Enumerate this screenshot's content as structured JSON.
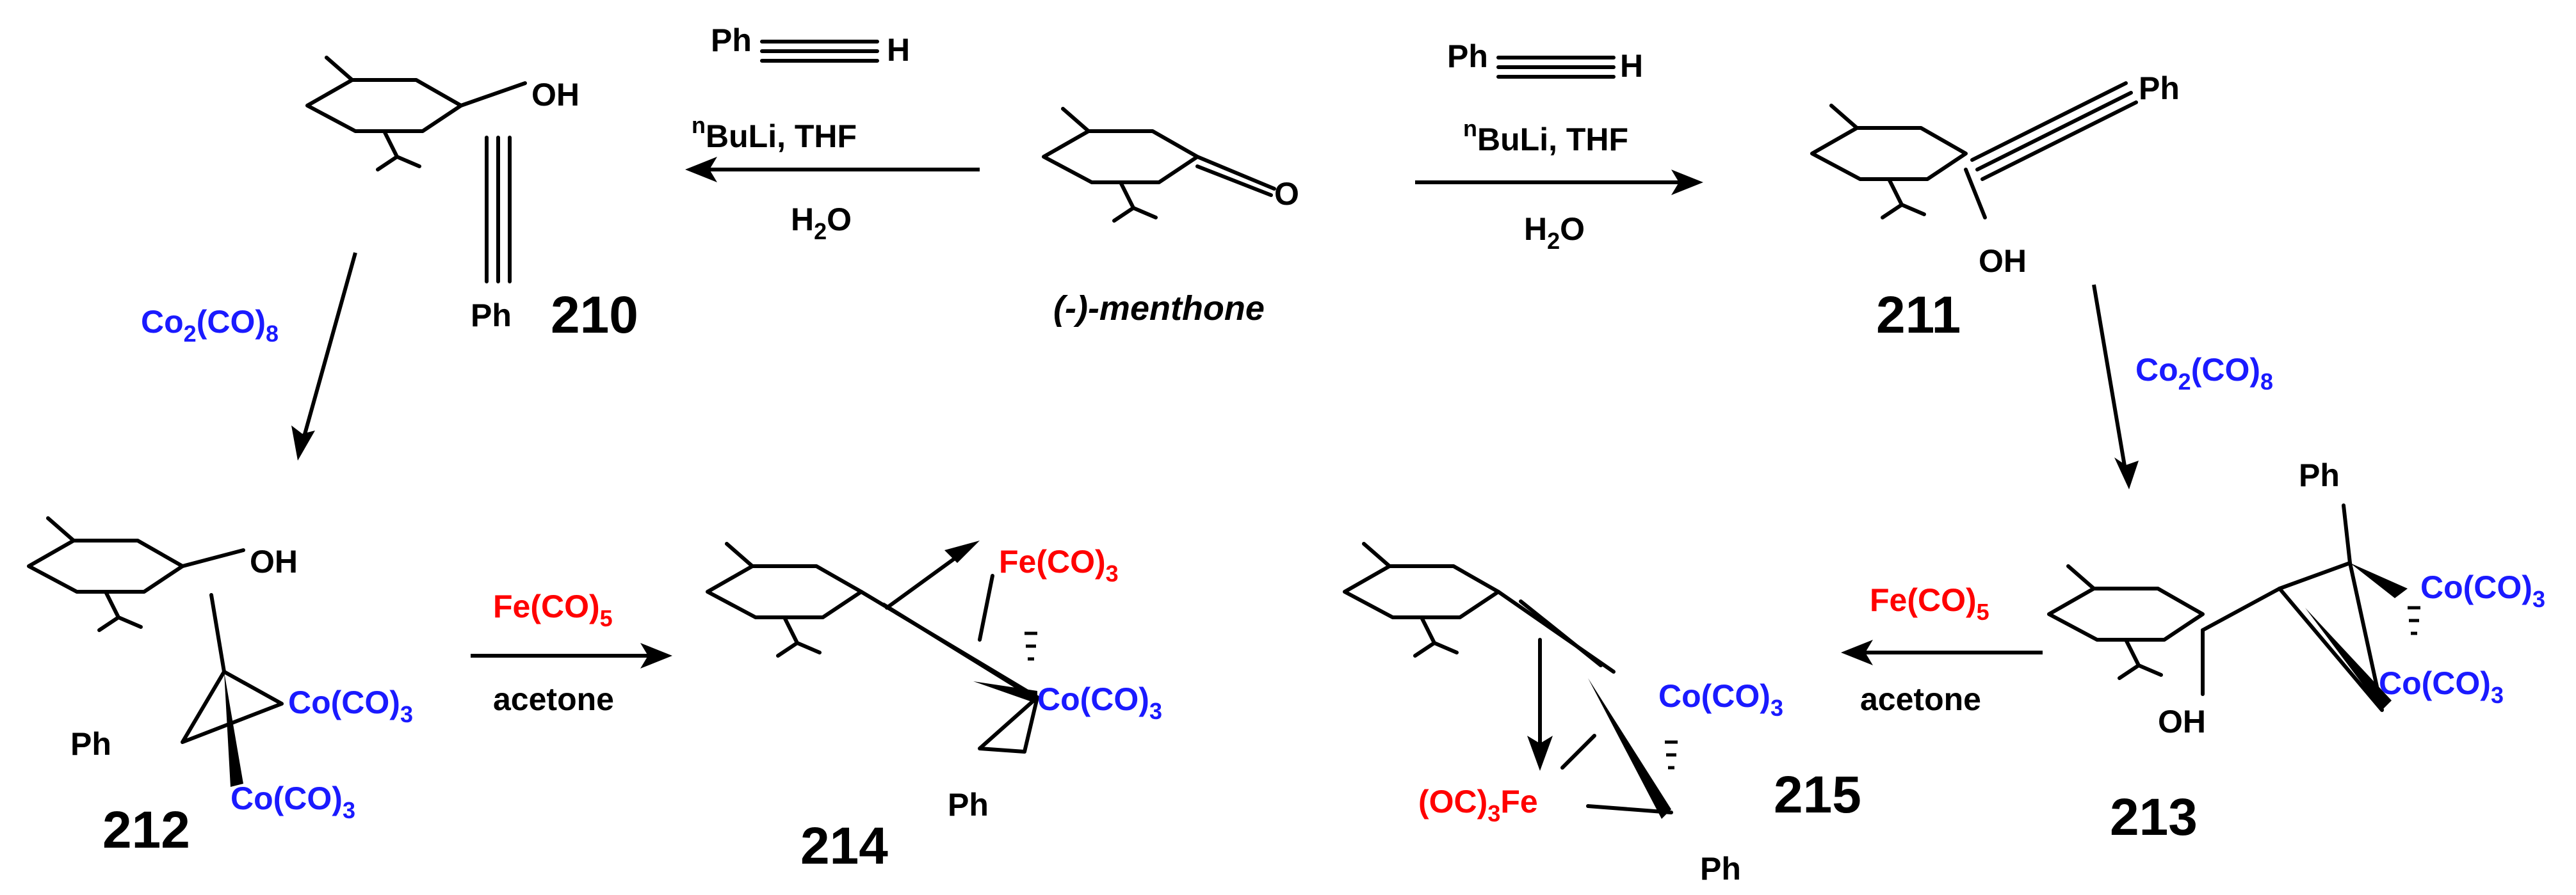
{
  "reagents": {
    "top_left": {
      "alkyne_ph": "Ph",
      "alkyne_h": "H",
      "base_prefix": "n",
      "base_rest": "BuLi, THF",
      "quench_h": "H",
      "quench_sub": "2",
      "quench_o": "O"
    },
    "top_right": {
      "alkyne_ph": "Ph",
      "alkyne_h": "H",
      "base_prefix": "n",
      "base_rest": "BuLi, THF",
      "quench_h": "H",
      "quench_sub": "2",
      "quench_o": "O"
    },
    "left_down": {
      "main": "Co",
      "sub1": "2",
      "mid": "(CO)",
      "sub2": "8"
    },
    "right_down": {
      "main": "Co",
      "sub1": "2",
      "mid": "(CO)",
      "sub2": "8"
    },
    "left_bottom": {
      "fe_main": "Fe(CO)",
      "fe_sub": "5",
      "solvent": "acetone"
    },
    "right_bottom": {
      "fe_main": "Fe(CO)",
      "fe_sub": "5",
      "solvent": "acetone"
    }
  },
  "compounds": {
    "menthone": {
      "label": "(-)-menthone",
      "o": "O"
    },
    "c210": {
      "number": "210",
      "oh": "OH",
      "ph": "Ph"
    },
    "c211": {
      "number": "211",
      "oh": "OH",
      "ph": "Ph"
    },
    "c212": {
      "number": "212",
      "oh": "OH",
      "ph": "Ph",
      "co_top": "Co(CO)",
      "co_top_sub": "3",
      "co_bot": "Co(CO)",
      "co_bot_sub": "3"
    },
    "c213": {
      "number": "213",
      "oh": "OH",
      "ph": "Ph",
      "co_top": "Co(CO)",
      "co_top_sub": "3",
      "co_bot": "Co(CO)",
      "co_bot_sub": "3"
    },
    "c214": {
      "number": "214",
      "ph": "Ph",
      "fe": "Fe(CO)",
      "fe_sub": "3",
      "co": "Co(CO)",
      "co_sub": "3"
    },
    "c215": {
      "number": "215",
      "ph": "Ph",
      "fe_pre": "(OC)",
      "fe_sub": "3",
      "fe_post": "Fe",
      "co": "Co(CO)",
      "co_sub": "3"
    }
  },
  "colors": {
    "blue": "#1a1aff",
    "red": "#ff0000",
    "black": "#000000"
  }
}
